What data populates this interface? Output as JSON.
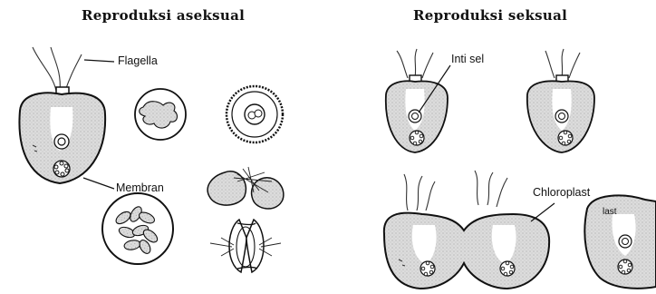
{
  "titles": {
    "asexual": "Reproduksi aseksual",
    "sexual": "Reproduksi seksual"
  },
  "labels": {
    "flagella": "Flagella",
    "membrane": "Membran",
    "nucleus": "Inti sel",
    "chloroplast": "Chloroplast",
    "plast_fragment": "last"
  },
  "colors": {
    "ink": "#111111",
    "cytoplasm": "#d9d9d9",
    "background": "#ffffff"
  }
}
